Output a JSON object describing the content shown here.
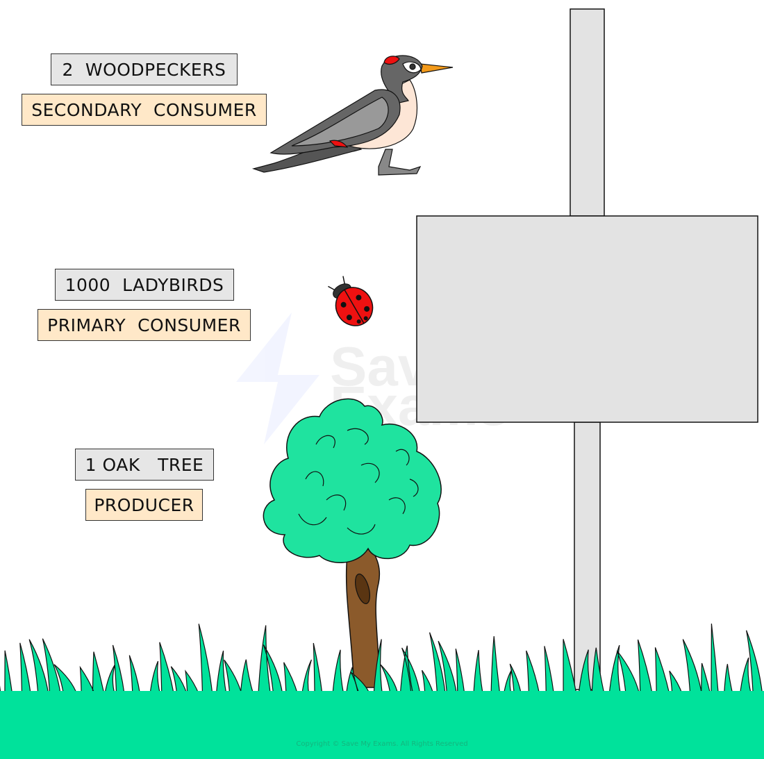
{
  "labels": {
    "woodpeckers": "2  WOODPECKERS",
    "secondary_consumer": "SECONDARY  CONSUMER",
    "ladybirds": "1000  LADYBIRDS",
    "primary_consumer": "PRIMARY  CONSUMER",
    "oak_tree": "1 OAK   TREE",
    "producer": "PRODUCER"
  },
  "watermark": "Save My Exams",
  "copyright": "Copyright © Save My Exams. All Rights Reserved",
  "colors": {
    "count_box": "#e6e6e6",
    "role_box": "#ffe8c8",
    "grass": "#00e29b",
    "canopy": "#1fe39f",
    "trunk": "#8b5a2b",
    "sign": "#e3e3e3"
  }
}
